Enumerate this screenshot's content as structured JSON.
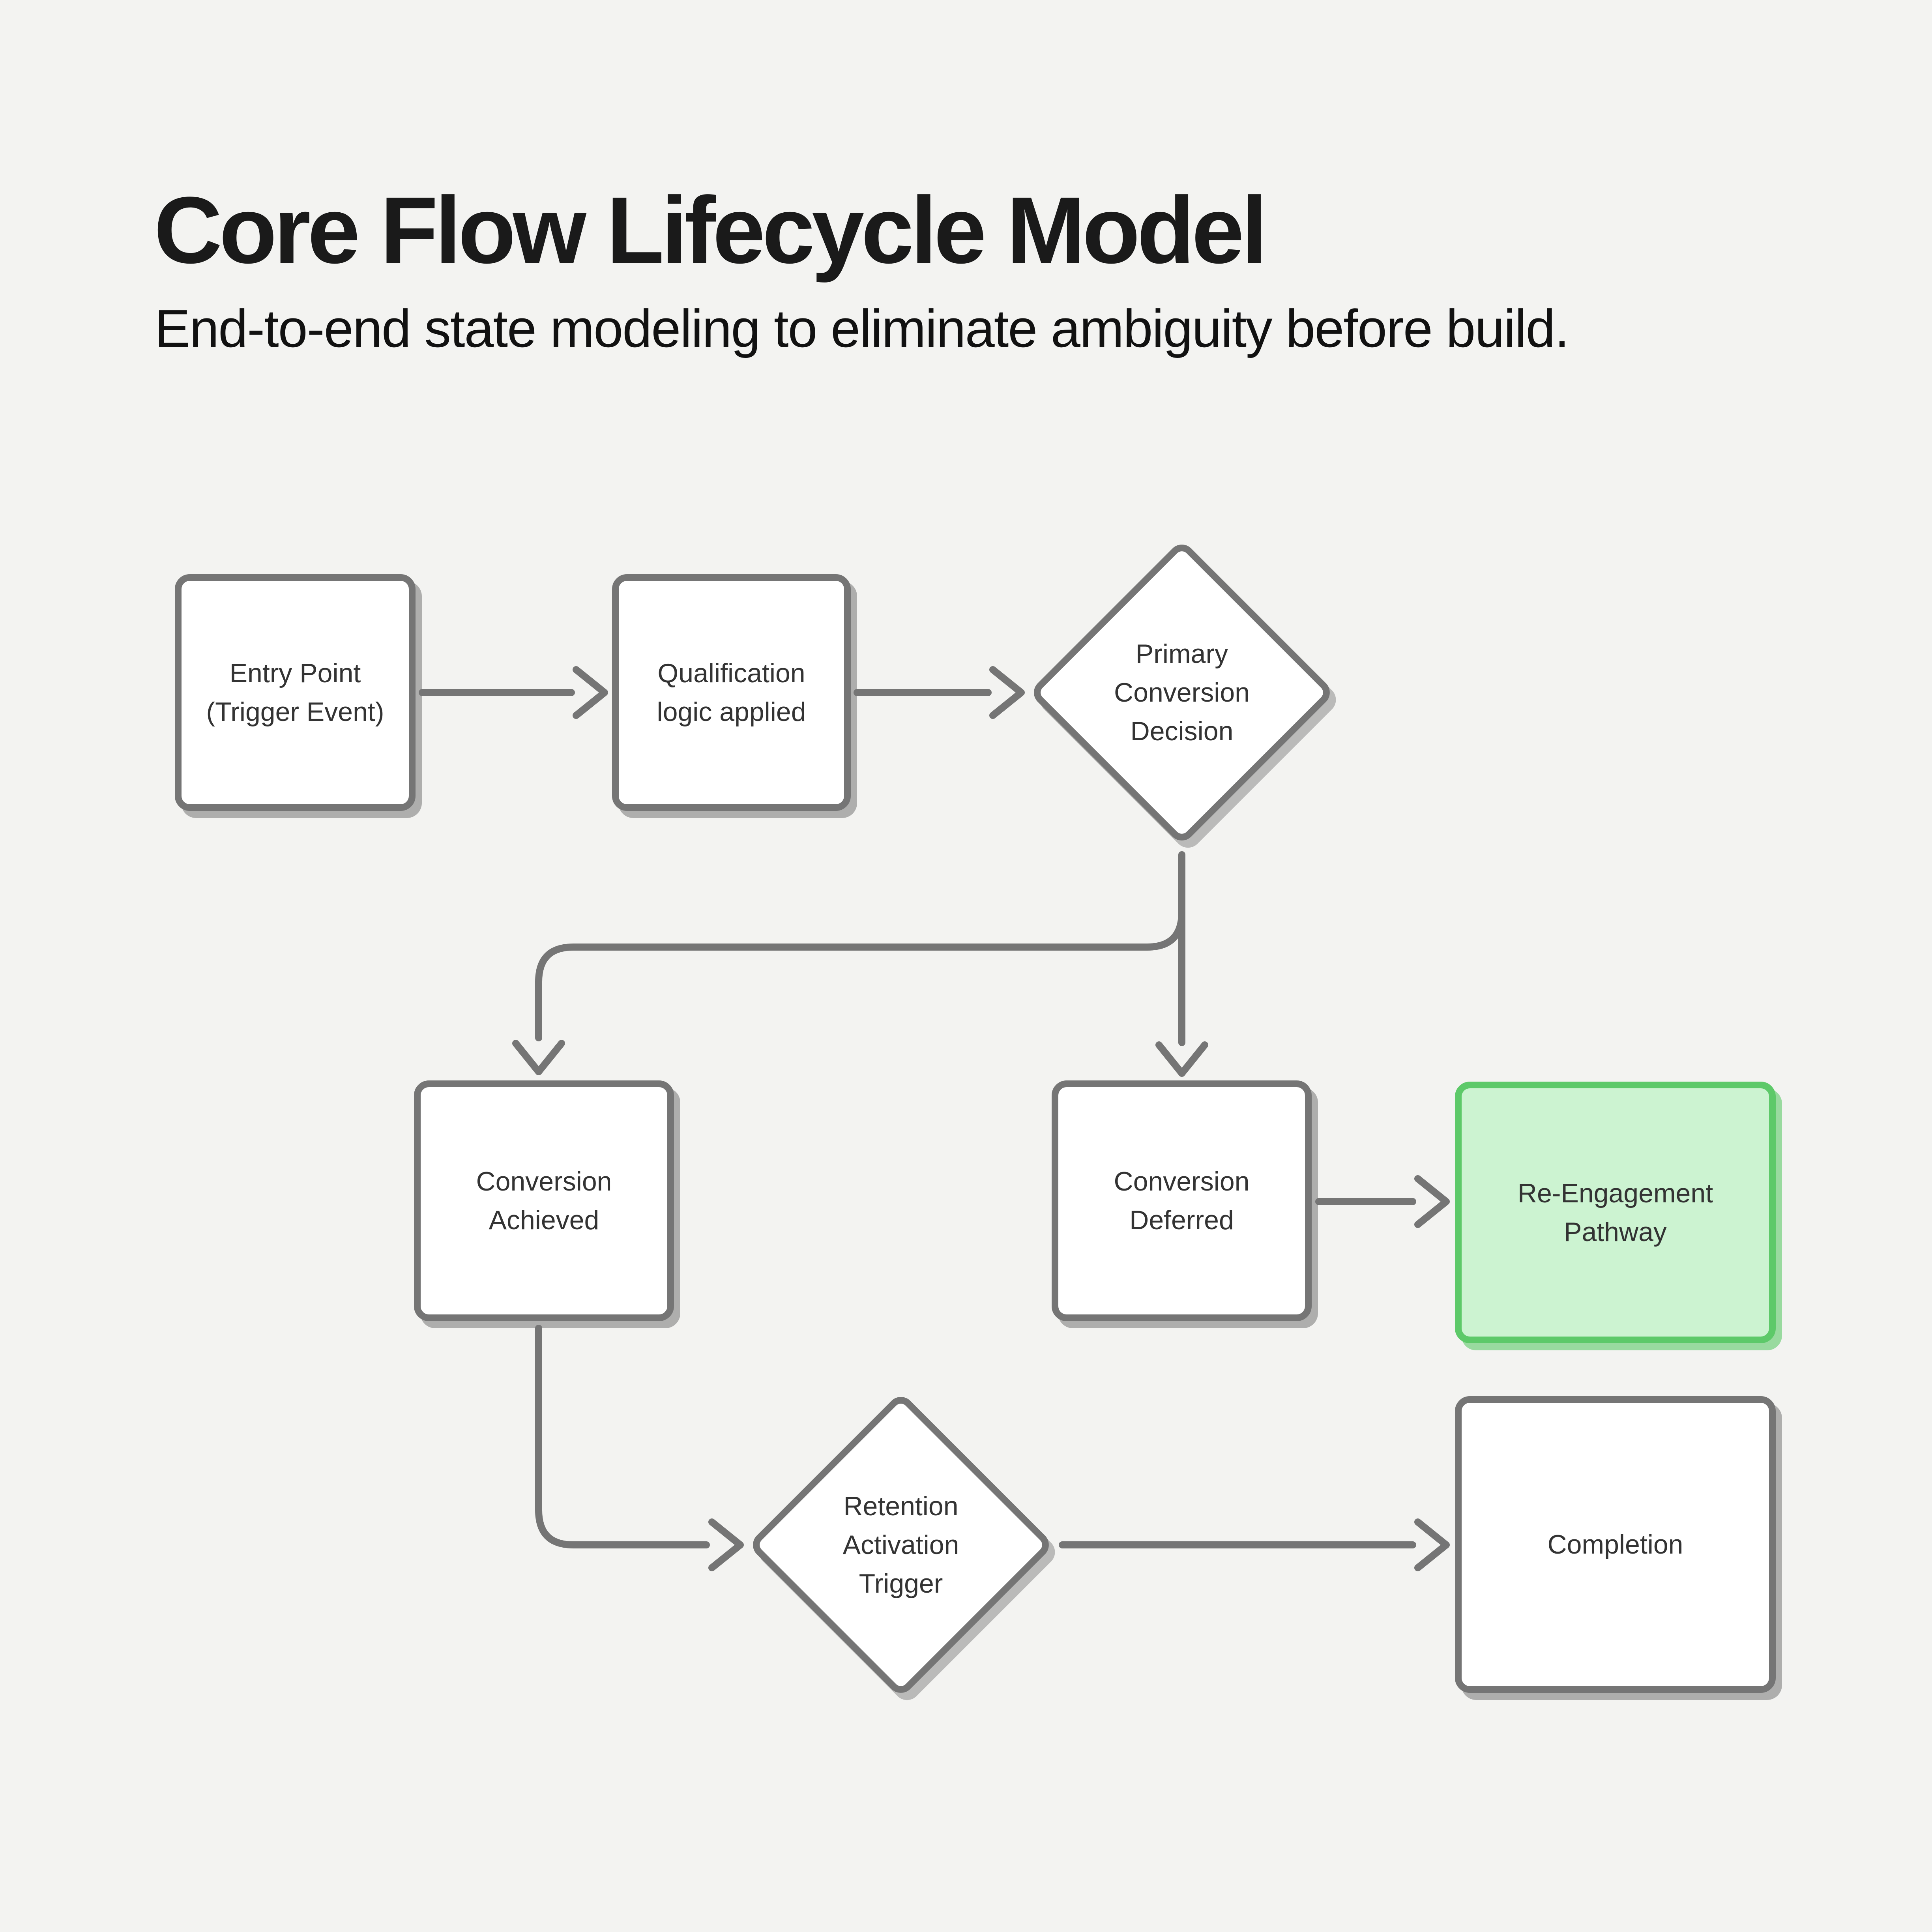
{
  "header": {
    "title": "Core Flow Lifecycle Model",
    "subtitle": "End-to-end state modeling to eliminate ambiguity before build."
  },
  "colors": {
    "background": "#f3f3f1",
    "node_fill": "#ffffff",
    "node_border": "#757575",
    "connector": "#757575",
    "node_text": "#333333",
    "title_text": "#1a1a1a",
    "highlight_fill": "#ccf3d1",
    "highlight_border": "#5dc969"
  },
  "flowchart": {
    "nodes": [
      {
        "id": "entry-point",
        "type": "rect",
        "lines": [
          "Entry Point",
          "(Trigger Event)"
        ]
      },
      {
        "id": "qualification",
        "type": "rect",
        "lines": [
          "Qualification",
          "logic applied"
        ]
      },
      {
        "id": "primary-conversion-decision",
        "type": "diamond",
        "lines": [
          "Primary",
          "Conversion",
          "Decision"
        ]
      },
      {
        "id": "conversion-achieved",
        "type": "rect",
        "lines": [
          "Conversion",
          "Achieved"
        ]
      },
      {
        "id": "conversion-deferred",
        "type": "rect",
        "lines": [
          "Conversion",
          "Deferred"
        ]
      },
      {
        "id": "re-engagement-pathway",
        "type": "rect-highlighted",
        "lines": [
          "Re-Engagement",
          "Pathway"
        ]
      },
      {
        "id": "retention-activation-trigger",
        "type": "diamond",
        "lines": [
          "Retention",
          "Activation",
          "Trigger"
        ]
      },
      {
        "id": "completion",
        "type": "rect",
        "lines": [
          "Completion"
        ]
      }
    ],
    "edges": [
      {
        "from": "entry-point",
        "to": "qualification"
      },
      {
        "from": "qualification",
        "to": "primary-conversion-decision"
      },
      {
        "from": "primary-conversion-decision",
        "to": "conversion-deferred"
      },
      {
        "from": "primary-conversion-decision",
        "to": "conversion-achieved"
      },
      {
        "from": "conversion-achieved",
        "to": "retention-activation-trigger"
      },
      {
        "from": "conversion-deferred",
        "to": "re-engagement-pathway"
      },
      {
        "from": "retention-activation-trigger",
        "to": "completion"
      }
    ]
  }
}
